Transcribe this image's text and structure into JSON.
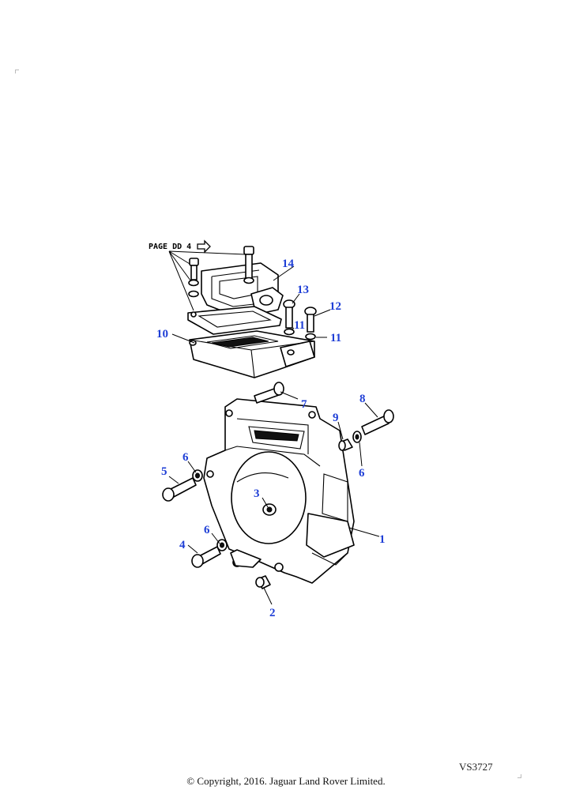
{
  "page_ref": "PAGE DD 4",
  "callouts": {
    "c1": "1",
    "c2": "2",
    "c3": "3",
    "c4": "4",
    "c5": "5",
    "c6a": "6",
    "c6b": "6",
    "c6c": "6",
    "c7": "7",
    "c8": "8",
    "c9": "9",
    "c10": "10",
    "c11a": "11",
    "c11b": "11",
    "c12": "12",
    "c13": "13",
    "c14": "14"
  },
  "drawing_number": "VS3727",
  "copyright": "© Copyright, 2016. Jaguar Land Rover Limited.",
  "colors": {
    "callout": "#1f3fd6",
    "line": "#000000"
  }
}
